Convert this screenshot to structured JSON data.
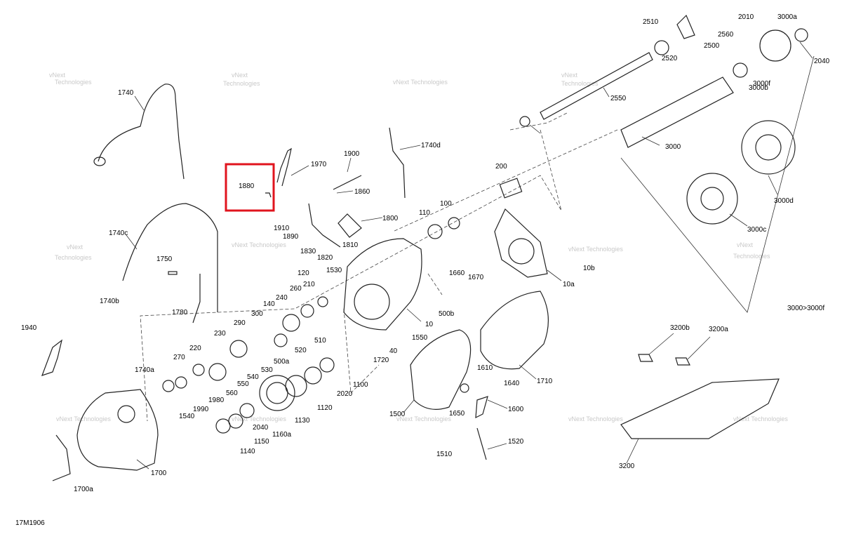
{
  "figure_id": "17M1906",
  "highlight_color": "#e0141e",
  "highlighted_callout": "1880",
  "watermark": {
    "line1": "vNext",
    "line2": "Technologies",
    "single": "vNext Technologies"
  },
  "callouts": [
    "1740",
    "1740d",
    "1740c",
    "1750",
    "1740b",
    "1780",
    "1940",
    "1740a",
    "1700",
    "1700a",
    "1880",
    "1970",
    "1900",
    "1860",
    "1800",
    "1910",
    "1890",
    "1830",
    "1820",
    "1810",
    "120",
    "1530",
    "260",
    "210",
    "240",
    "140",
    "300",
    "290",
    "230",
    "220",
    "270",
    "560",
    "550",
    "540",
    "530",
    "500a",
    "520",
    "510",
    "1990",
    "1980",
    "1540",
    "2040",
    "1160a",
    "1150",
    "1140",
    "1130",
    "1120",
    "2020",
    "1100",
    "110",
    "100",
    "200",
    "2550",
    "3000",
    "2510",
    "2520",
    "2500",
    "2560",
    "2010",
    "3000a",
    "2040",
    "3000f",
    "3000b",
    "3000d",
    "3000c",
    "10",
    "10a",
    "10b",
    "1660",
    "1670",
    "500b",
    "1550",
    "40",
    "1720",
    "1500",
    "1610",
    "1640",
    "1650",
    "1600",
    "1710",
    "1510",
    "1520",
    "3200b",
    "3200a",
    "3200",
    "3000>3000f"
  ]
}
